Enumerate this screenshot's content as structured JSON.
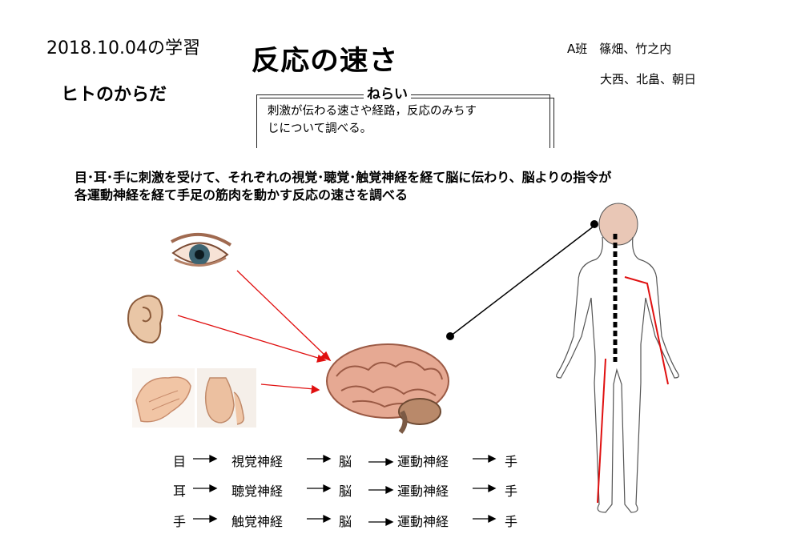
{
  "header": {
    "date": "2018.10.04の学習",
    "title": "反応の速さ",
    "subtitle": "ヒトのからだ",
    "group_line1": "A班　篠畑、竹之内",
    "group_line2": "大西、北畠、朝日"
  },
  "aim": {
    "label": "ねらい",
    "text_line1": "刺激が伝わる速さや経路，反応のみちす",
    "text_line2": "じについて調べる。"
  },
  "description": {
    "line1": "目･耳･手に刺激を受けて、それぞれの視覚･聴覚･触覚神経を経て脳に伝わり、脳よりの指令が",
    "line2": "各運動神経を経て手足の筋肉を動かす反応の速さを調べる"
  },
  "pathways": [
    {
      "organ": "目",
      "nerve": "視覚神経",
      "center": "脳",
      "motor": "運動神経",
      "effector": "手"
    },
    {
      "organ": "耳",
      "nerve": "聴覚神経",
      "center": "脳",
      "motor": "運動神経",
      "effector": "手"
    },
    {
      "organ": "手",
      "nerve": "触覚神経",
      "center": "脳",
      "motor": "運動神経",
      "effector": "手"
    }
  ],
  "colors": {
    "arrow_red": "#e01010",
    "skin": "#f3d7c2",
    "brain": "#e6a993",
    "head": "#e9c7b6"
  },
  "icons": [
    "eye-image",
    "ear-image",
    "hands-image",
    "brain-image",
    "body-diagram"
  ]
}
